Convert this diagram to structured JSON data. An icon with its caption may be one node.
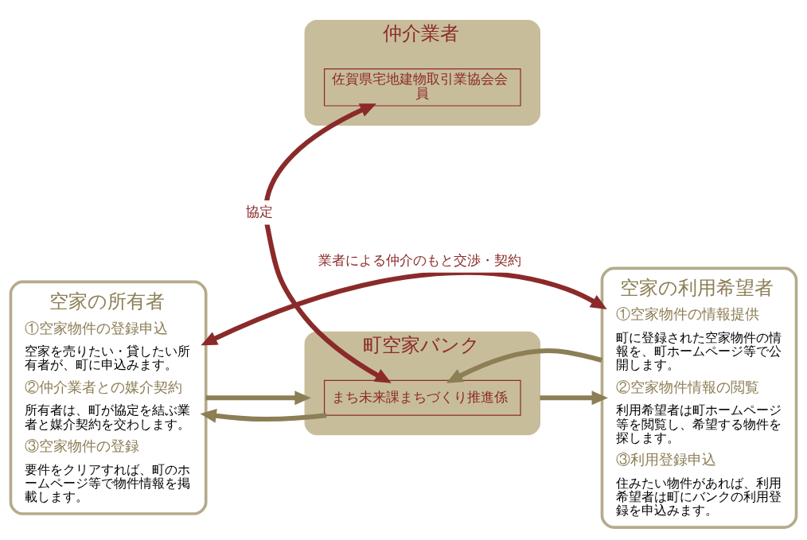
{
  "diagram": {
    "nodes": [
      {
        "text": [
          "空家の所有者",
          "①空家物件の登録申込",
          "空家を売りたい・貸したい所有者が、町に申込みます。",
          "②仲介業者との媒介契約",
          "所有者は、町が協定を結ぶ業者と媒介契約を交わします。",
          "③空家物件の登録",
          "要件をクリアすれば、町のホームページ等で物件情報を掲載します。"
        ]
      },
      {
        "text": [
          "町空家バンク"
        ]
      },
      {
        "text": [
          "まち未来課まちづくり推進係"
        ],
        "in": 1
      },
      {
        "text": [
          "空家の利用希望者",
          "①空家物件の情報提供",
          "町に登録された空家物件の情報を、町ホームページ等で公開します。",
          "②空家物件情報の閲覧",
          "利用希望者は町ホームページ等を閲覧し、希望する物件を探します。",
          "③利用登録申込",
          "住みたい物件があれば、利用希望者は町にバンクの利用登録を申込みます。"
        ]
      },
      {
        "text": [
          "仲介業者"
        ]
      },
      {
        "text": [
          "佐賀県宅地建物取引業協会会員"
        ],
        "in": 4
      }
    ],
    "edges": [
      {
        "from": 0,
        "to": 1,
        "arrow": "to"
      },
      {
        "from": 1,
        "to": 0,
        "arrow": "to"
      },
      {
        "from": 3,
        "to": 1,
        "arrow": "to"
      },
      {
        "from": 1,
        "to": 3,
        "arrow": "to"
      },
      {
        "from": 1,
        "to": 4,
        "arrow": "both",
        "label": "協定",
        "color": "#8b2a2a"
      },
      {
        "from": 0,
        "to": 3,
        "arrow": "both",
        "label": "業者による仲介のもと交渉・契約",
        "color": "#8b2a2a"
      }
    ]
  }
}
